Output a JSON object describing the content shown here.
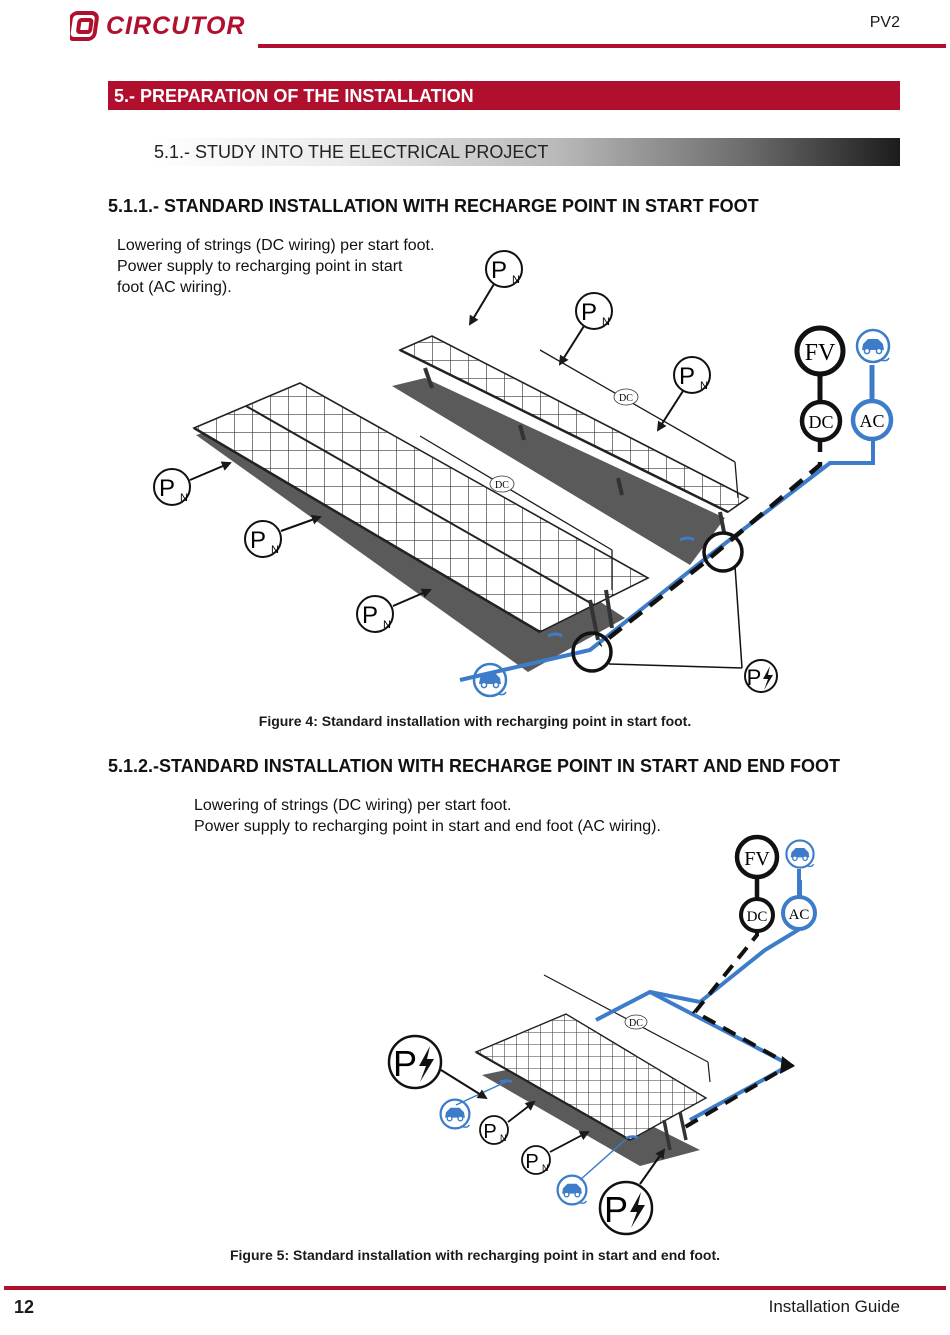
{
  "header": {
    "brand": "CIRCUTOR",
    "doc_code": "PV2"
  },
  "section": {
    "title": "5.- PREPARATION OF THE INSTALLATION",
    "subsection": "5.1.- STUDY INTO THE ELECTRICAL PROJECT"
  },
  "fig4": {
    "heading": "5.1.1.- STANDARD INSTALLATION WITH RECHARGE POINT IN START FOOT",
    "desc_lines": [
      "Lowering of strings (DC wiring) per start foot.",
      "Power supply to recharging point in start",
      "foot (AC wiring)."
    ],
    "caption": "Figure 4: Standard installation with recharging point in start foot.",
    "labels": {
      "pn_main": "P",
      "pn_sub": "N",
      "pf": "P",
      "fv": "FV",
      "dc": "DC",
      "ac": "AC",
      "dc_small": "DC"
    }
  },
  "fig5": {
    "heading": "5.1.2.-STANDARD INSTALLATION WITH RECHARGE POINT IN START AND END FOOT",
    "desc_lines": [
      "Lowering of strings (DC wiring) per start foot.",
      "Power supply to recharging point in start and end foot (AC wiring)."
    ],
    "caption": "Figure 5: Standard installation with recharging point in start and end foot.",
    "labels": {
      "pn_main": "P",
      "pn_sub": "N",
      "pf": "P",
      "fv": "FV",
      "dc": "DC",
      "ac": "AC",
      "dc_small": "DC"
    }
  },
  "footer": {
    "page_number": "12",
    "title": "Installation Guide"
  },
  "colors": {
    "brand_red": "#b0102e",
    "ac_blue": "#3d7cc9",
    "shadow_gray": "#5a5a5a"
  }
}
